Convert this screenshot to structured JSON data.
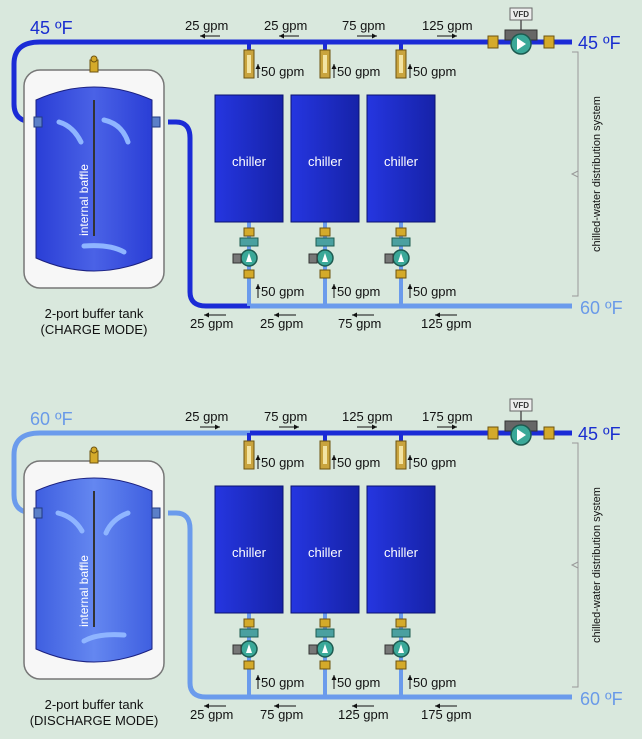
{
  "colors": {
    "background": "#d9e8dd",
    "cold_pipe": "#1b2bd6",
    "warm_pipe": "#6b9bec",
    "chiller_fill": "#1c2cd4",
    "tank_fill": "#3a4fd8",
    "tank_shell": "#f7f7f7"
  },
  "labels": {
    "chiller": "chiller",
    "internal_baffle": "internal baffle",
    "distribution": "chilled-water distribution system",
    "vfd": "VFD",
    "tank_title": "2-port buffer tank"
  },
  "panels": [
    {
      "mode": "(CHARGE MODE)",
      "supply_left_temp": "45 ºF",
      "supply_left_state": "cold",
      "supply_right_temp": "45 ºF",
      "return_right_temp": "60 ºF",
      "top_flows": [
        {
          "text": "25 gpm",
          "dir": "left"
        },
        {
          "text": "25 gpm",
          "dir": "left"
        },
        {
          "text": "75 gpm",
          "dir": "right"
        },
        {
          "text": "125 gpm",
          "dir": "right"
        }
      ],
      "bottom_flows": [
        {
          "text": "25 gpm",
          "dir": "left"
        },
        {
          "text": "25 gpm",
          "dir": "left"
        },
        {
          "text": "75 gpm",
          "dir": "left"
        },
        {
          "text": "125 gpm",
          "dir": "left"
        }
      ],
      "chiller_flows": [
        "50 gpm",
        "50 gpm",
        "50 gpm"
      ],
      "lower_chiller_flows": [
        "50 gpm",
        "50 gpm",
        "50 gpm"
      ]
    },
    {
      "mode": "(DISCHARGE MODE)",
      "supply_left_temp": "60 ºF",
      "supply_left_state": "warm",
      "supply_right_temp": "45 ºF",
      "return_right_temp": "60 ºF",
      "top_flows": [
        {
          "text": "25 gpm",
          "dir": "right"
        },
        {
          "text": "75 gpm",
          "dir": "right"
        },
        {
          "text": "125 gpm",
          "dir": "right"
        },
        {
          "text": "175 gpm",
          "dir": "right"
        }
      ],
      "bottom_flows": [
        {
          "text": "25 gpm",
          "dir": "left"
        },
        {
          "text": "75 gpm",
          "dir": "left"
        },
        {
          "text": "125 gpm",
          "dir": "left"
        },
        {
          "text": "175 gpm",
          "dir": "left"
        }
      ],
      "chiller_flows": [
        "50 gpm",
        "50 gpm",
        "50 gpm"
      ],
      "lower_chiller_flows": [
        "50 gpm",
        "50 gpm",
        "50 gpm"
      ]
    }
  ]
}
